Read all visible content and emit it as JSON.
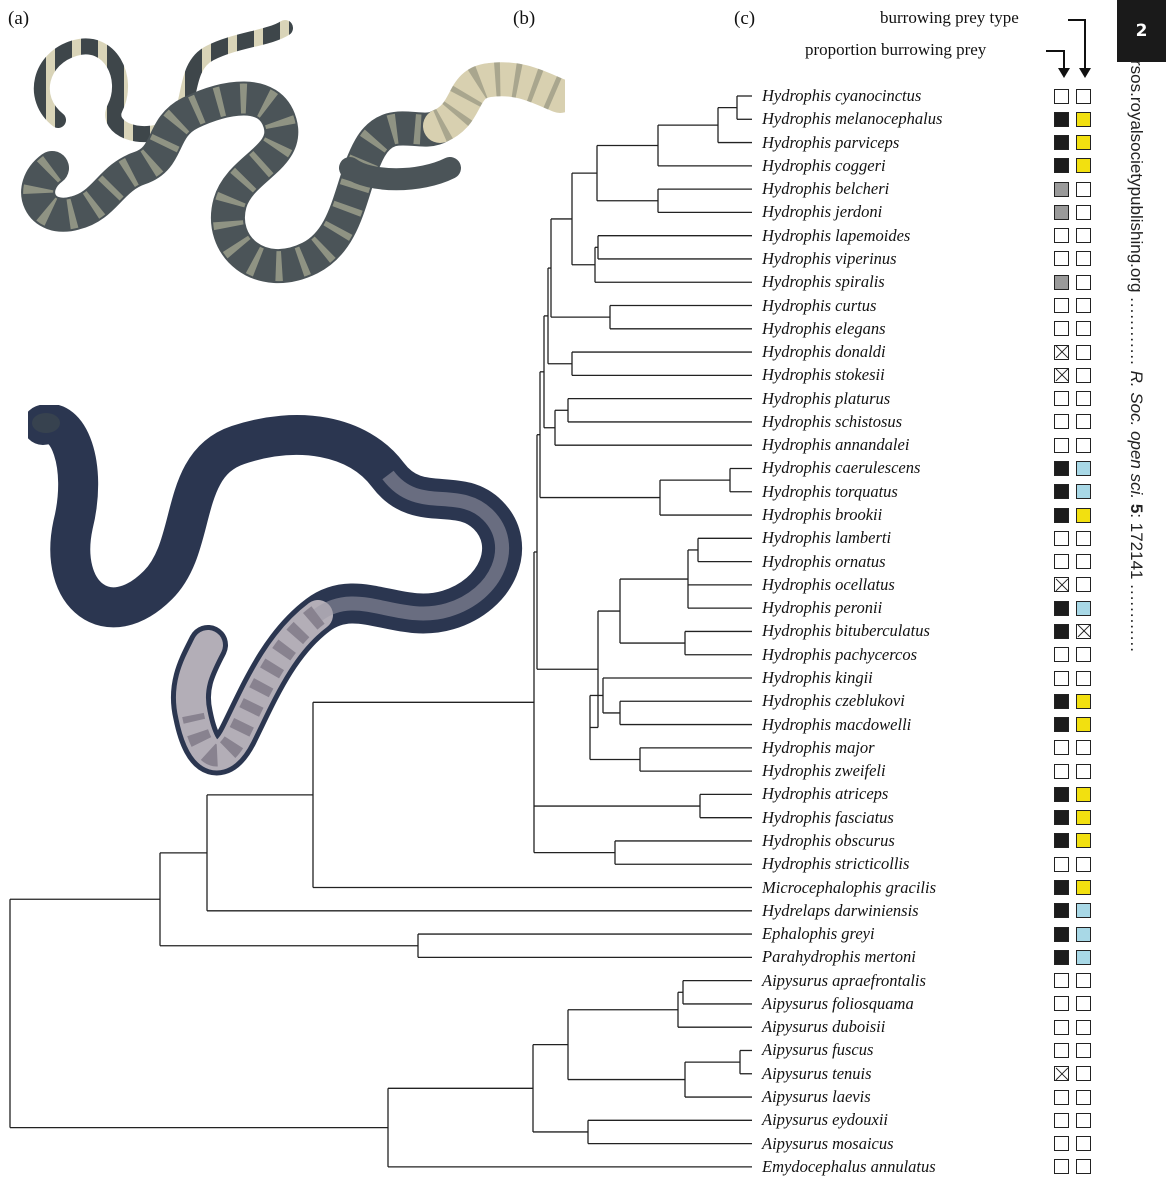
{
  "page": {
    "number": "2",
    "journal_url": "rsos.royalsocietypublishing.org",
    "journal_citation_pre": "R. Soc. open sci.",
    "journal_volume": "5",
    "journal_article": ": 172141",
    "dots": "............"
  },
  "panels": {
    "a": "(a)",
    "b": "(b)",
    "c": "(c)"
  },
  "legend": {
    "burrowing_prey_type": "burrowing prey type",
    "proportion_burrowing_prey": "proportion burrowing prey"
  },
  "colors": {
    "black_cell": "#1c1c1c",
    "grey_cell": "#9a9a9a",
    "yellow_cell": "#f2e010",
    "blue_cell": "#a8d8e6",
    "white_cell": "#ffffff",
    "tree_line": "#222222"
  },
  "taxa": [
    {
      "name": "Hydrophis cyanocinctus",
      "prop": "white",
      "type": "white"
    },
    {
      "name": "Hydrophis melanocephalus",
      "prop": "black",
      "type": "yellow"
    },
    {
      "name": "Hydrophis parviceps",
      "prop": "black",
      "type": "yellow"
    },
    {
      "name": "Hydrophis coggeri",
      "prop": "black",
      "type": "yellow"
    },
    {
      "name": "Hydrophis belcheri",
      "prop": "grey",
      "type": "white"
    },
    {
      "name": "Hydrophis jerdoni",
      "prop": "grey",
      "type": "white"
    },
    {
      "name": "Hydrophis lapemoides",
      "prop": "white",
      "type": "white"
    },
    {
      "name": "Hydrophis viperinus",
      "prop": "white",
      "type": "white"
    },
    {
      "name": "Hydrophis spiralis",
      "prop": "grey",
      "type": "white"
    },
    {
      "name": "Hydrophis curtus",
      "prop": "white",
      "type": "white"
    },
    {
      "name": "Hydrophis elegans",
      "prop": "white",
      "type": "white"
    },
    {
      "name": "Hydrophis donaldi",
      "prop": "na",
      "type": "white"
    },
    {
      "name": "Hydrophis stokesii",
      "prop": "na",
      "type": "white"
    },
    {
      "name": "Hydrophis platurus",
      "prop": "white",
      "type": "white"
    },
    {
      "name": "Hydrophis schistosus",
      "prop": "white",
      "type": "white"
    },
    {
      "name": "Hydrophis annandalei",
      "prop": "white",
      "type": "white"
    },
    {
      "name": "Hydrophis caerulescens",
      "prop": "black",
      "type": "blue"
    },
    {
      "name": "Hydrophis torquatus",
      "prop": "black",
      "type": "blue"
    },
    {
      "name": "Hydrophis brookii",
      "prop": "black",
      "type": "yellow"
    },
    {
      "name": "Hydrophis lamberti",
      "prop": "white",
      "type": "white"
    },
    {
      "name": "Hydrophis ornatus",
      "prop": "white",
      "type": "white"
    },
    {
      "name": "Hydrophis ocellatus",
      "prop": "na",
      "type": "white"
    },
    {
      "name": "Hydrophis peronii",
      "prop": "black",
      "type": "blue"
    },
    {
      "name": "Hydrophis bituberculatus",
      "prop": "black",
      "type": "na"
    },
    {
      "name": "Hydrophis pachycercos",
      "prop": "white",
      "type": "white"
    },
    {
      "name": "Hydrophis kingii",
      "prop": "white",
      "type": "white"
    },
    {
      "name": "Hydrophis czeblukovi",
      "prop": "black",
      "type": "yellow"
    },
    {
      "name": "Hydrophis macdowelli",
      "prop": "black",
      "type": "yellow"
    },
    {
      "name": "Hydrophis major",
      "prop": "white",
      "type": "white"
    },
    {
      "name": "Hydrophis zweifeli",
      "prop": "white",
      "type": "white"
    },
    {
      "name": "Hydrophis atriceps",
      "prop": "black",
      "type": "yellow"
    },
    {
      "name": "Hydrophis fasciatus",
      "prop": "black",
      "type": "yellow"
    },
    {
      "name": "Hydrophis obscurus",
      "prop": "black",
      "type": "yellow"
    },
    {
      "name": "Hydrophis stricticollis",
      "prop": "white",
      "type": "white"
    },
    {
      "name": "Microcephalophis gracilis",
      "prop": "black",
      "type": "yellow"
    },
    {
      "name": "Hydrelaps darwiniensis",
      "prop": "black",
      "type": "blue"
    },
    {
      "name": "Ephalophis greyi",
      "prop": "black",
      "type": "blue"
    },
    {
      "name": "Parahydrophis mertoni",
      "prop": "black",
      "type": "blue"
    },
    {
      "name": "Aipysurus apraefrontalis",
      "prop": "white",
      "type": "white"
    },
    {
      "name": "Aipysurus foliosquama",
      "prop": "white",
      "type": "white"
    },
    {
      "name": "Aipysurus duboisii",
      "prop": "white",
      "type": "white"
    },
    {
      "name": "Aipysurus fuscus",
      "prop": "white",
      "type": "white"
    },
    {
      "name": "Aipysurus tenuis",
      "prop": "na",
      "type": "white"
    },
    {
      "name": "Aipysurus laevis",
      "prop": "white",
      "type": "white"
    },
    {
      "name": "Aipysurus eydouxii",
      "prop": "white",
      "type": "white"
    },
    {
      "name": "Aipysurus mosaicus",
      "prop": "white",
      "type": "white"
    },
    {
      "name": "Emydocephalus annulatus",
      "prop": "white",
      "type": "white"
    }
  ]
}
